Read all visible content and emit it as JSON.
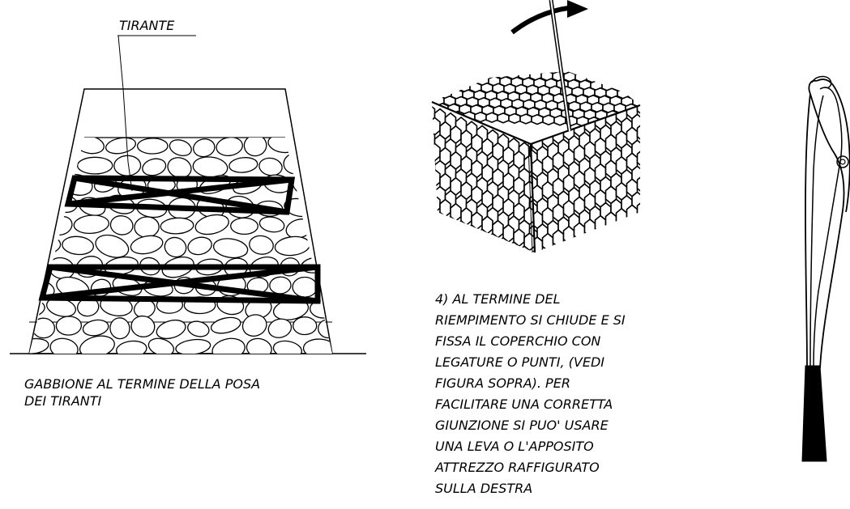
{
  "left_figure": {
    "label_tirante": "TIRANTE",
    "caption_lines": [
      "GABBIONE AL TERMINE DELLA POSA",
      "DEI TIRANTI"
    ]
  },
  "middle_figure": {
    "caption_lines": [
      "4) AL TERMINE DEL",
      "RIEMPIMENTO SI CHIUDE E SI",
      "FISSA IL COPERCHIO CON",
      "LEGATURE O PUNTI, (VEDI",
      "FIGURA SOPRA). PER",
      "FACILITARE UNA CORRETTA",
      "GIUNZIONE SI PUO' USARE",
      "UNA LEVA O L'APPOSITO",
      "ATTREZZO RAFFIGURATO",
      "SULLA DESTRA"
    ]
  },
  "icons": [
    "gabion-stones-drawing",
    "mesh-cube-drawing",
    "lever-arrow-icon",
    "closing-tool-drawing"
  ]
}
